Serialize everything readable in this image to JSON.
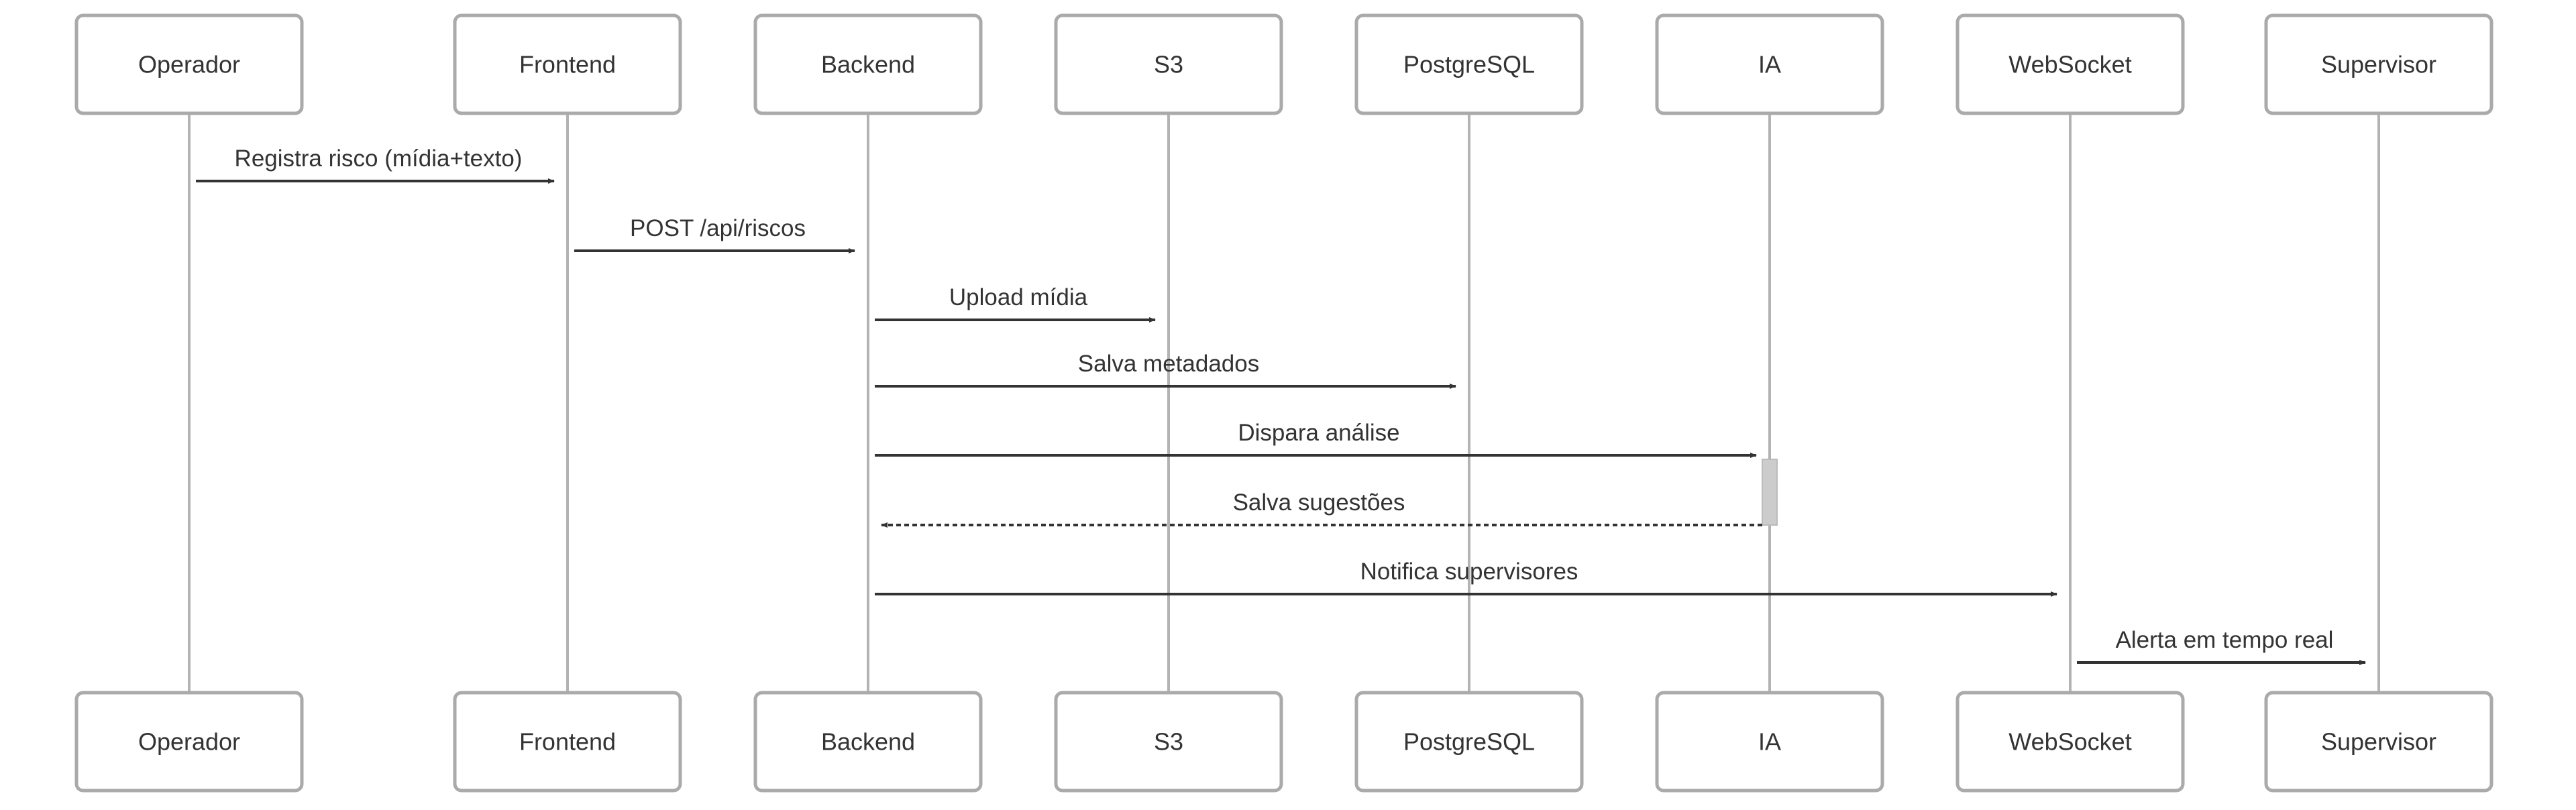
{
  "diagram": {
    "type": "sequence",
    "colors": {
      "box_border": "#aaaaaa",
      "lifeline": "#b3b3b3",
      "text": "#333333",
      "arrow": "#333333",
      "activation": "#cccccc"
    },
    "participants": [
      {
        "id": "operador",
        "label": "Operador"
      },
      {
        "id": "frontend",
        "label": "Frontend"
      },
      {
        "id": "backend",
        "label": "Backend"
      },
      {
        "id": "s3",
        "label": "S3"
      },
      {
        "id": "postgres",
        "label": "PostgreSQL"
      },
      {
        "id": "ia",
        "label": "IA"
      },
      {
        "id": "websocket",
        "label": "WebSocket"
      },
      {
        "id": "supervisor",
        "label": "Supervisor"
      }
    ],
    "messages": [
      {
        "from": "operador",
        "to": "frontend",
        "label": "Registra risco (mídia+texto)",
        "style": "solid"
      },
      {
        "from": "frontend",
        "to": "backend",
        "label": "POST /api/riscos",
        "style": "solid"
      },
      {
        "from": "backend",
        "to": "s3",
        "label": "Upload mídia",
        "style": "solid"
      },
      {
        "from": "backend",
        "to": "postgres",
        "label": "Salva metadados",
        "style": "solid"
      },
      {
        "from": "backend",
        "to": "ia",
        "label": "Dispara análise",
        "style": "solid",
        "activates": true
      },
      {
        "from": "ia",
        "to": "backend",
        "label": "Salva sugestões",
        "style": "dashed",
        "deactivates": true
      },
      {
        "from": "backend",
        "to": "websocket",
        "label": "Notifica supervisores",
        "style": "solid"
      },
      {
        "from": "websocket",
        "to": "supervisor",
        "label": "Alerta em tempo real",
        "style": "solid"
      }
    ]
  }
}
